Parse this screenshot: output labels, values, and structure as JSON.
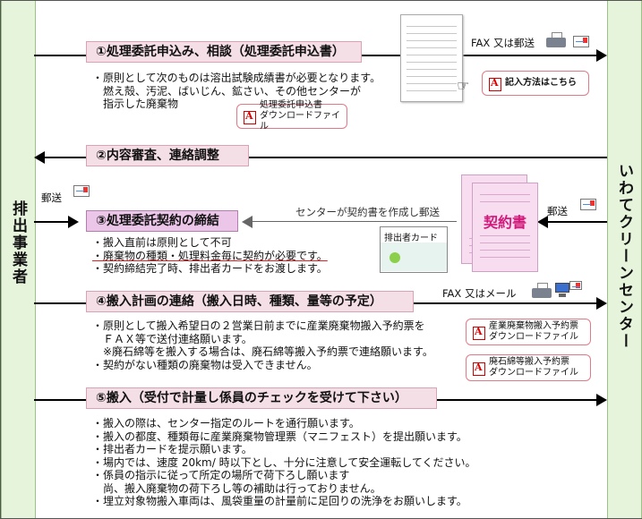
{
  "side": {
    "left_label": "排出事業者",
    "right_label": "いわてクリーンセンター"
  },
  "step1": {
    "title": "①処理委託申込み、相談（処理委託申込書）",
    "lines": [
      "・原則として次のものは溶出試験成績書が必要となります。",
      "　燃え殻、汚泥、ばいじん、鉱さい、その他センターが",
      "　指示した廃棄物"
    ],
    "download_label_1": "処理委託申込書",
    "download_label_2": "ダウンロードファイル",
    "howto_label": "記入方法はこちら",
    "send_label": "FAX 又は郵送"
  },
  "step2": {
    "title": "②内容審査、連絡調整"
  },
  "step3": {
    "title": "③処理委託契約の締結",
    "mail_left": "郵送",
    "mail_right": "郵送",
    "center_label": "センターが契約書を作成し郵送",
    "contract_title": "契約書",
    "card_label": "排出者カード",
    "lines": [
      "・搬入直前は原則として不可",
      "・廃棄物の種類・処理料金毎に契約が必要です。",
      "・契約締結完了時、排出者カードをお渡します。"
    ]
  },
  "step4": {
    "title": "④搬入計画の連絡（搬入日時、種類、量等の予定）",
    "send_label": "FAX 又はメール",
    "lines": [
      "・原則として搬入希望日の２営業日前までに産業廃棄物搬入予約票を",
      "　ＦＡＸ等で送付連絡願います。",
      "　※廃石綿等を搬入する場合は、廃石綿等搬入予約票で連絡願います。",
      "・契約がない種類の廃棄物は受入できません。"
    ],
    "dl1_label_1": "産業廃棄物搬入予約票",
    "dl1_label_2": "ダウンロードファイル",
    "dl2_label_1": "廃石綿等搬入予約票",
    "dl2_label_2": "ダウンロードファイル"
  },
  "step5": {
    "title": "⑤搬入（受付で計量し係員のチェックを受けて下さい）",
    "lines": [
      "・搬入の際は、センター指定のルートを通行願います。",
      "・搬入の都度、種類毎に産業廃棄物管理票（マニフェスト）を提出願います。",
      "・排出者カードを提示願います。",
      "・場内では、速度 20km/ 時以下とし、十分に注意して安全運転してください。",
      "・係員の指示に従って所定の場所で荷下ろし願います",
      "　尚、搬入廃棄物の荷下ろし等の補助は行っておりません。",
      "・埋立対象物搬入車両は、風袋重量の計量前に足回りの洗浄をお願いします。"
    ]
  }
}
